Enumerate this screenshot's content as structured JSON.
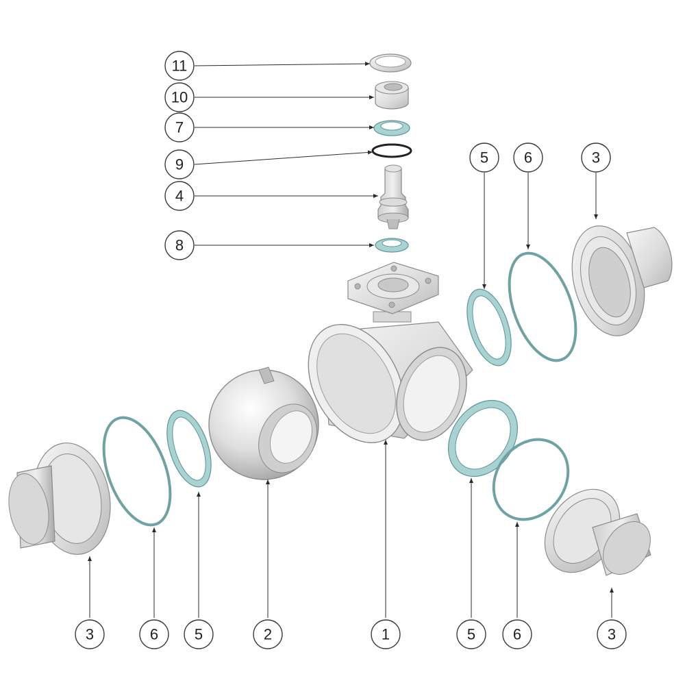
{
  "callouts": {
    "c11": "11",
    "c10": "10",
    "c7": "7",
    "c9": "9",
    "c4": "4",
    "c8": "8",
    "top_5": "5",
    "top_6": "6",
    "top_3": "3",
    "bot_3a": "3",
    "bot_6a": "6",
    "bot_5a": "5",
    "bot_2": "2",
    "bot_1": "1",
    "bot_5b": "5",
    "bot_6b": "6",
    "bot_3b": "3"
  },
  "colors": {
    "seal": "#a9d3d3",
    "seal_stroke": "#5e9595",
    "metal_light": "#f4f4f4",
    "metal_dark": "#bdbdbd",
    "oring": "#222222"
  }
}
